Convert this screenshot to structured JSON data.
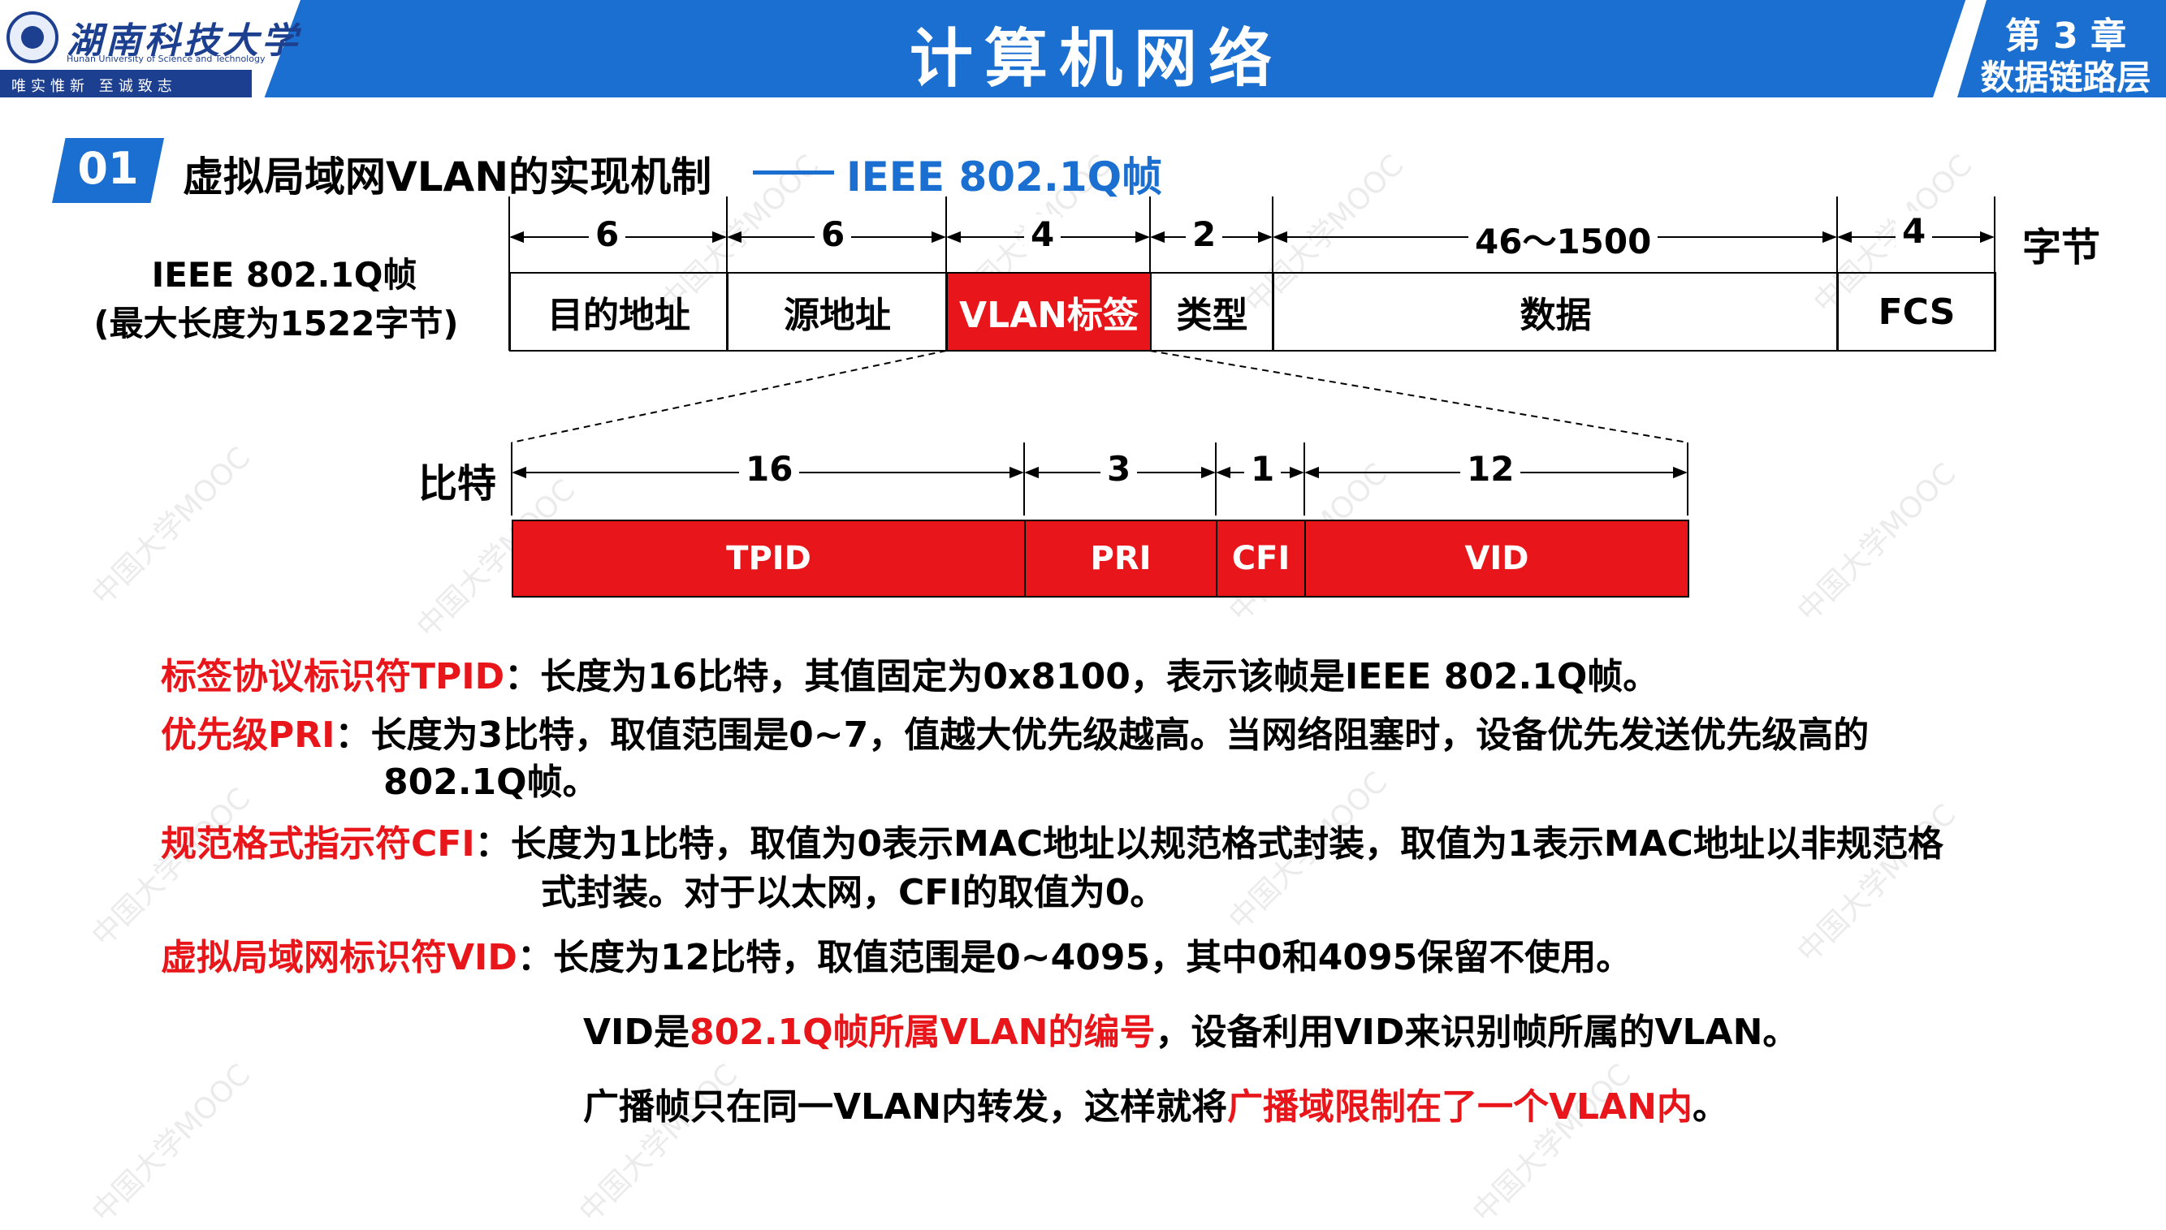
{
  "header": {
    "logo_cn": "湖南科技大学",
    "logo_en": "Hunan University of Science and Technology",
    "logo_motto": "唯实惟新 至诚致志",
    "course_title": "计算机网络",
    "chapter_num": "第 3 章",
    "chapter_name": "数据链路层"
  },
  "section": {
    "number": "01",
    "title": "虚拟局域网VLAN的实现机制",
    "subtitle": "IEEE 802.1Q帧"
  },
  "frame": {
    "label_line1": "IEEE 802.1Q帧",
    "label_line2": "(最大长度为1522字节)",
    "unit": "字节",
    "fields": [
      {
        "name": "目的地址",
        "bytes": "6",
        "highlight": false
      },
      {
        "name": "源地址",
        "bytes": "6",
        "highlight": false
      },
      {
        "name": "VLAN标签",
        "bytes": "4",
        "highlight": true
      },
      {
        "name": "类型",
        "bytes": "2",
        "highlight": false
      },
      {
        "name": "数据",
        "bytes": "46～1500",
        "highlight": false
      },
      {
        "name": "FCS",
        "bytes": "4",
        "highlight": false
      }
    ]
  },
  "tag": {
    "unit": "比特",
    "fields": [
      {
        "name": "TPID",
        "bits": "16"
      },
      {
        "name": "PRI",
        "bits": "3"
      },
      {
        "name": "CFI",
        "bits": "1"
      },
      {
        "name": "VID",
        "bits": "12"
      }
    ]
  },
  "descriptions": [
    {
      "term": "标签协议标识符TPID",
      "sep": "：",
      "text": "长度为16比特，其值固定为0x8100，表示该帧是IEEE 802.1Q帧。",
      "text2": ""
    },
    {
      "term": "优先级PRI",
      "sep": "：",
      "text": "长度为3比特，取值范围是0~7，值越大优先级越高。当网络阻塞时，设备优先发送优先级高的",
      "text2": "802.1Q帧。"
    },
    {
      "term": "规范格式指示符CFI",
      "sep": "：",
      "text": "长度为1比特，取值为0表示MAC地址以规范格式封装，取值为1表示MAC地址以非规范格",
      "text2": "式封装。对于以太网，CFI的取值为0。"
    },
    {
      "term": "虚拟局域网标识符VID",
      "sep": "：",
      "text": "长度为12比特，取值范围是0~4095，其中0和4095保留不使用。",
      "text2": ""
    }
  ],
  "notes": {
    "vid_a": "VID是",
    "vid_b": "802.1Q帧所属VLAN的编号",
    "vid_c": "，设备利用VID来识别帧所属的VLAN。",
    "bc_a": "广播帧只在同一VLAN内转发，这样就将",
    "bc_b": "广播域限制在了一个VLAN内",
    "bc_c": "。"
  },
  "watermark": "中国大学MOOC",
  "colors": {
    "brand_blue": "#1a6fd0",
    "highlight_red": "#e8161a"
  }
}
